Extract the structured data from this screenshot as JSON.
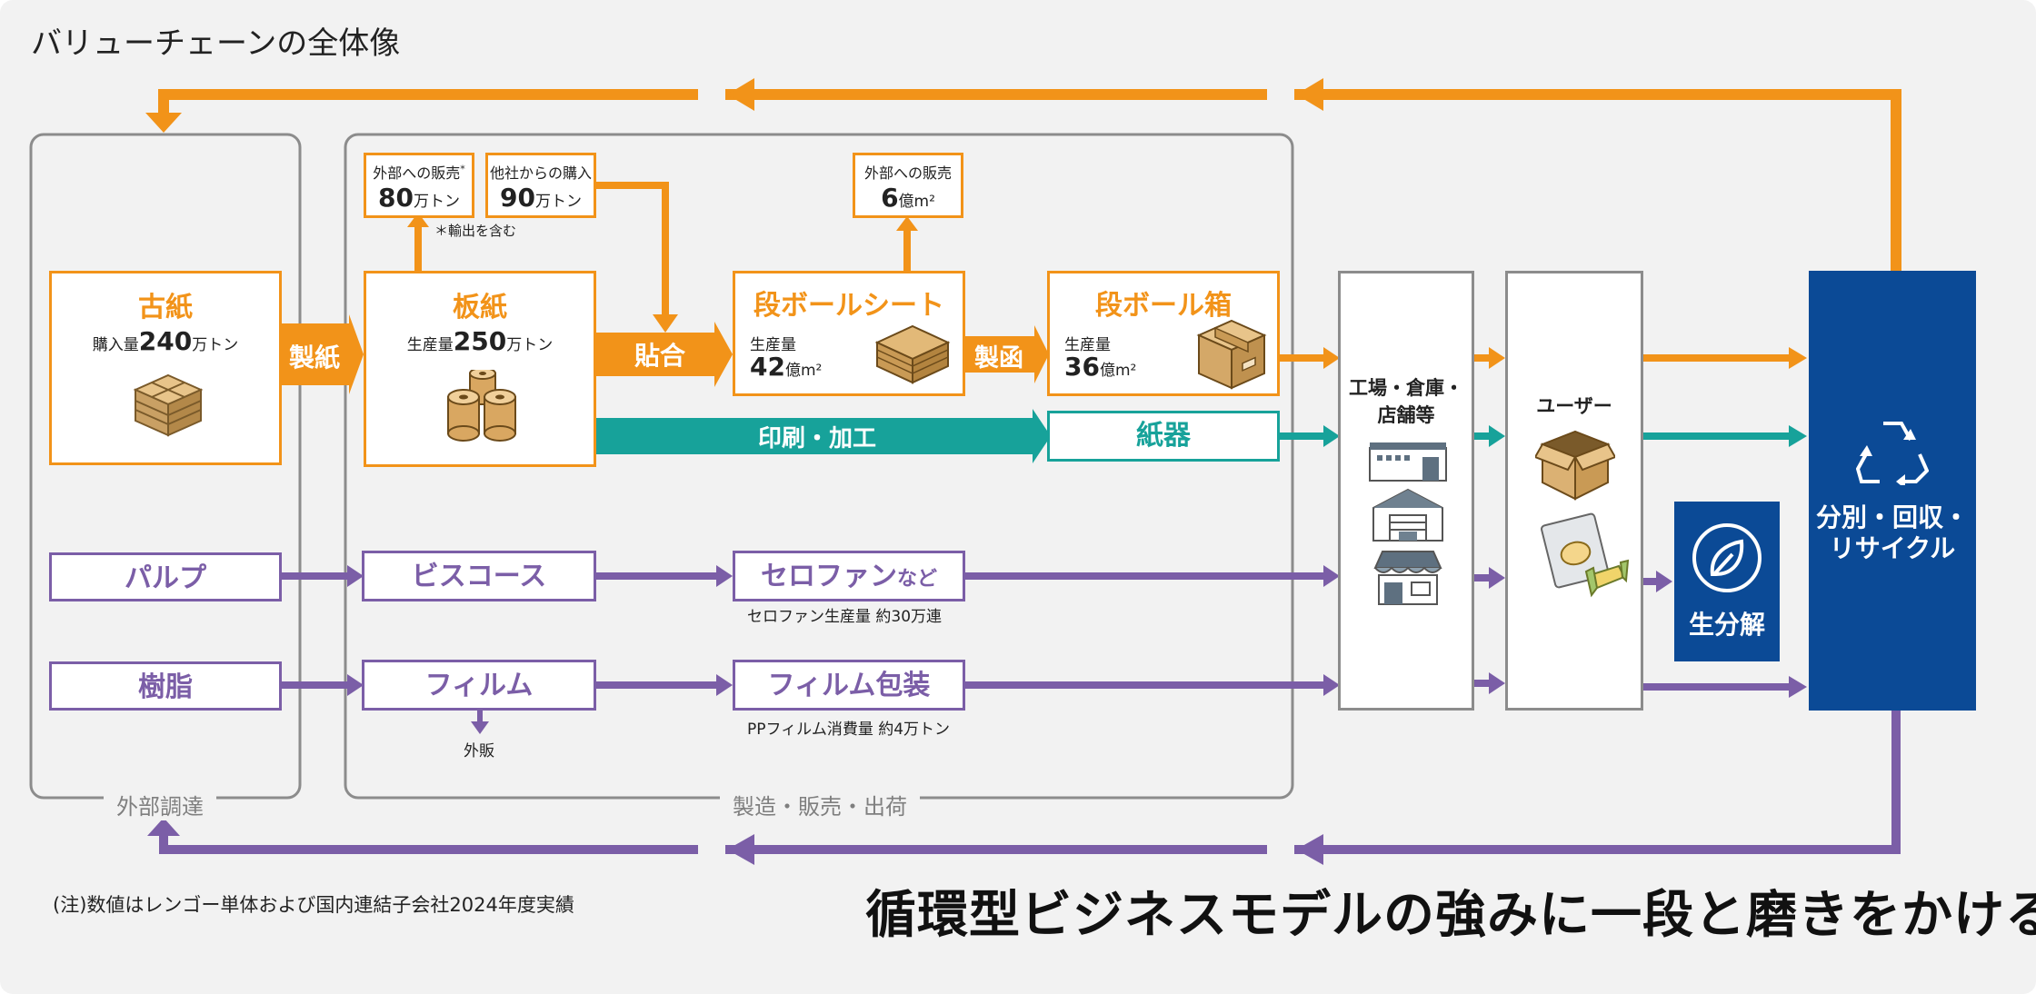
{
  "title": "バリューチェーンの全体像",
  "footnote": "(注)数値はレンゴー単体および国内連結子会社2024年度実績",
  "tagline": "循環型ビジネスモデルの強みに一段と磨きをかける。",
  "groups": {
    "external": "外部調達",
    "manufacturing": "製造・販売・出荷"
  },
  "sources": {
    "wastepaper": {
      "title": "古紙",
      "label": "購入量",
      "value": "240",
      "unit": "万トン"
    },
    "pulp": "パルプ",
    "resin": "樹脂"
  },
  "process_labels": {
    "papermaking": "製紙",
    "laminating": "貼合",
    "boxmaking": "製函",
    "printing": "印刷・加工"
  },
  "paperboard": {
    "title": "板紙",
    "label": "生産量",
    "value": "250",
    "unit": "万トン"
  },
  "external_sales": {
    "label": "外部への販売",
    "mark": "*",
    "value": "80",
    "unit": "万トン",
    "note": "＊輸出を含む"
  },
  "purchase_other": {
    "label": "他社からの購入",
    "value": "90",
    "unit": "万トン"
  },
  "sheet": {
    "title": "段ボールシート",
    "label": "生産量",
    "value": "42",
    "unit": "億m²"
  },
  "sheet_sales": {
    "label": "外部への販売",
    "value": "6",
    "unit": "億m²"
  },
  "box": {
    "title": "段ボール箱",
    "label": "生産量",
    "value": "36",
    "unit": "億m²"
  },
  "folding": "紙器",
  "viscose": "ビスコース",
  "cellophane": {
    "title": "セロファン",
    "suffix": "など",
    "caption": "セロファン生産量 約30万連"
  },
  "film": {
    "title": "フィルム",
    "sub": "外販"
  },
  "film_pack": {
    "title": "フィルム包装",
    "caption": "PPフィルム消費量 約4万トン"
  },
  "factory": {
    "line1": "工場・倉庫・",
    "line2": "店舗等"
  },
  "user": "ユーザー",
  "biodegrade": "生分解",
  "recycle": {
    "line1": "分別・回収・",
    "line2": "リサイクル"
  },
  "colors": {
    "orange": "#f29319",
    "purple": "#7b5ea7",
    "teal": "#17a29a",
    "navy": "#0b4a96",
    "gray": "#8c8c8c"
  },
  "icons": {
    "wastepaper": "bundled-paper-icon",
    "paperboard": "paper-roll-icon",
    "sheet": "corrugated-sheet-stack-icon",
    "box": "cardboard-box-icon",
    "factory": [
      "factory-icon",
      "warehouse-icon",
      "store-icon"
    ],
    "user": [
      "open-box-icon",
      "snack-bag-icon"
    ],
    "biodegrade": "leaf-icon",
    "recycle": "recycle-icon"
  }
}
